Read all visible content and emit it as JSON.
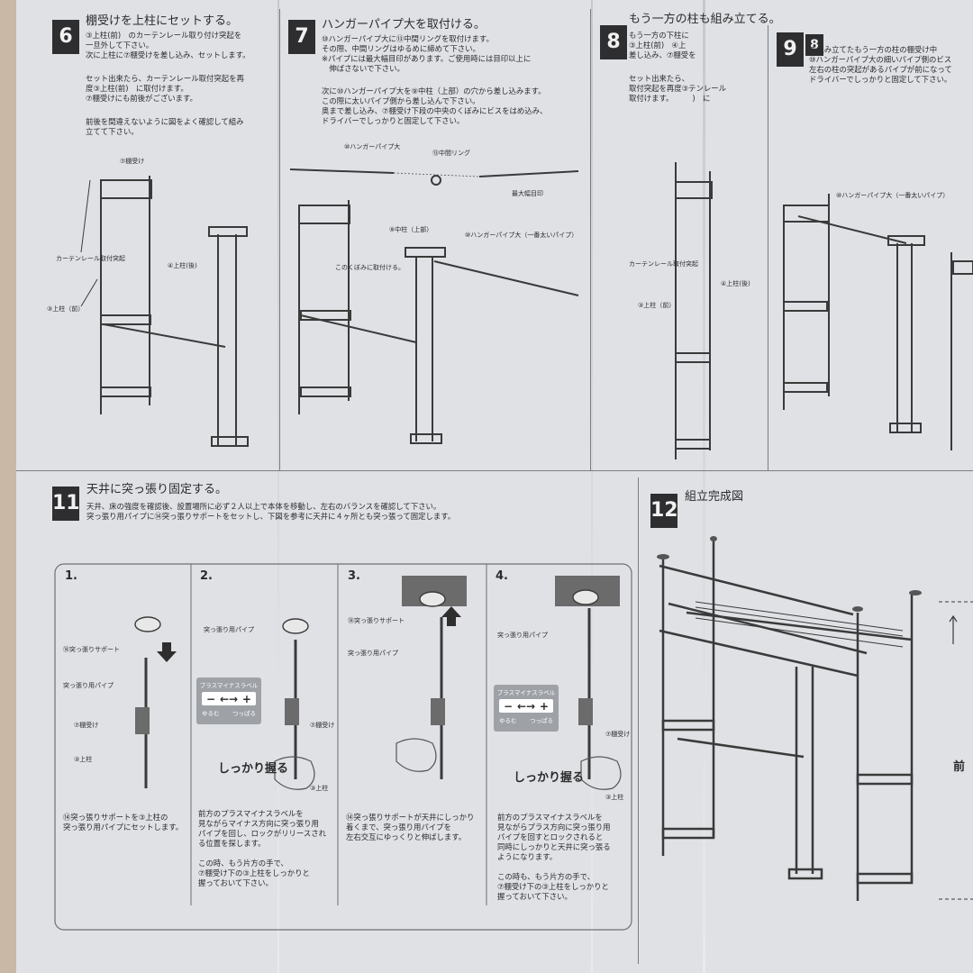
{
  "steps": {
    "s6": {
      "number": "6",
      "title": "棚受けを上柱にセットする。",
      "text1": "③上柱(前)　のカーテンレール取り付け突起を\n一旦外して下さい。\n次に上柱に⑦棚受けを差し込み、セットします。",
      "text2": "セット出来たら、カーテンレール取付突起を再\n度③上柱(前)　に取付けます。\n⑦棚受けにも前後がございます。",
      "text3": "前後を間違えないように図をよく確認して組み\n立てて下さい。",
      "labels": [
        "⑦棚受け",
        "カーテンレール取付突起",
        "④上柱(後)",
        "③上柱（前）"
      ]
    },
    "s7": {
      "number": "7",
      "title": "ハンガーパイプ大を取付ける。",
      "text1": "⑩ハンガーパイプ大に⑬中間リングを取付けます。\nその際、中間リングはゆるめに締めて下さい。\n※パイプには最大幅目印があります。ご使用時には目印以上に\n　伸ばさないで下さい。",
      "text2": "次に⑩ハンガーパイプ大を⑨中柱（上部）の穴から差し込みます。\nこの際に太いパイプ側から差し込んで下さい。\n奥まで差し込み、⑦棚受け下段の中央のくぼみにビスをはめ込み、\nドライバーでしっかりと固定して下さい。",
      "labels": [
        "⑩ハンガーパイプ大",
        "⑬中間リング",
        "最大幅目印",
        "⑨中柱（上部）",
        "⑩ハンガーパイプ大（一番太いパイプ）",
        "このくぼみに取付ける。"
      ]
    },
    "s8": {
      "number": "8",
      "title": "もう一方の柱も組み立てる。",
      "text1": "もう一方の下柱に\n③上柱(前)　④上\n差し込み、⑦棚受を",
      "text2": "セット出来たら、\n取付突起を再度③テンレール\n取付けます。　　　)　に",
      "labels": [
        "カーテンレール取付突起",
        "④上柱(後)",
        "③上柱（前）"
      ]
    },
    "s9": {
      "number": "9",
      "ref": "8",
      "text1": "で組み立てたもう一方の柱の棚受け中\n⑩ハンガーパイプ大の細いパイプ側のビス\n左右の柱の突起があるパイプが前になって\nドライバーでしっかりと固定して下さい。",
      "labels": [
        "⑩ハンガーパイプ大（一番太いパイプ）"
      ]
    },
    "s11": {
      "number": "11",
      "title": "天井に突っ張り固定する。",
      "text1": "天井、床の強度を確認後、設置場所に必ず２人以上で本体を移動し、左右のバランスを確認して下さい。\n突っ張り用パイプに⑭突っ張りサポートをセットし、下図を参考に天井に４ヶ所とも突っ張って固定します。",
      "sub": [
        {
          "n": "1.",
          "labels": [
            "⑭突っ張りサポート",
            "突っ張り用パイプ",
            "⑦棚受け",
            "③上柱"
          ],
          "text": "⑭突っ張りサポートを③上柱の\n突っ張り用パイプにセットします。"
        },
        {
          "n": "2.",
          "labels": [
            "突っ張り用パイプ",
            "⑦棚受け",
            "③上柱"
          ],
          "grip": "しっかり握る",
          "text": "前方のプラスマイナスラベルを\n見ながらマイナス方向に突っ張り用\nパイプを回し、ロックがリリースされ\nる位置を探します。\n\nこの時、もう片方の手で、\n⑦棚受け下の③上柱をしっかりと\n握っておいて下さい。"
        },
        {
          "n": "3.",
          "labels": [
            "⑭突っ張りサポート",
            "突っ張り用パイプ"
          ],
          "text": "⑭突っ張りサポートが天井にしっかり\n着くまで、突っ張り用パイプを\n左右交互にゆっくりと伸ばします。"
        },
        {
          "n": "4.",
          "labels": [
            "突っ張り用パイプ",
            "⑦棚受け",
            "③上柱"
          ],
          "grip": "しっかり握る",
          "text": "前方のプラスマイナスラベルを\n見ながらプラス方向に突っ張り用\nパイプを回すとロックされると\n同時にしっかりと天井に突っ張る\nようになります。\n\nこの時も、もう片方の手で、\n⑦棚受け下の③上柱をしっかりと\n握っておいて下さい。"
        }
      ],
      "pm_label": {
        "title": "プラスマイナスラベル",
        "minus": "−",
        "arrows": "←→",
        "plus": "+",
        "loosen": "ゆるむ",
        "tighten": "つっぱる"
      }
    },
    "s12": {
      "number": "12",
      "title": "組立完成図",
      "side_label": "前"
    }
  }
}
